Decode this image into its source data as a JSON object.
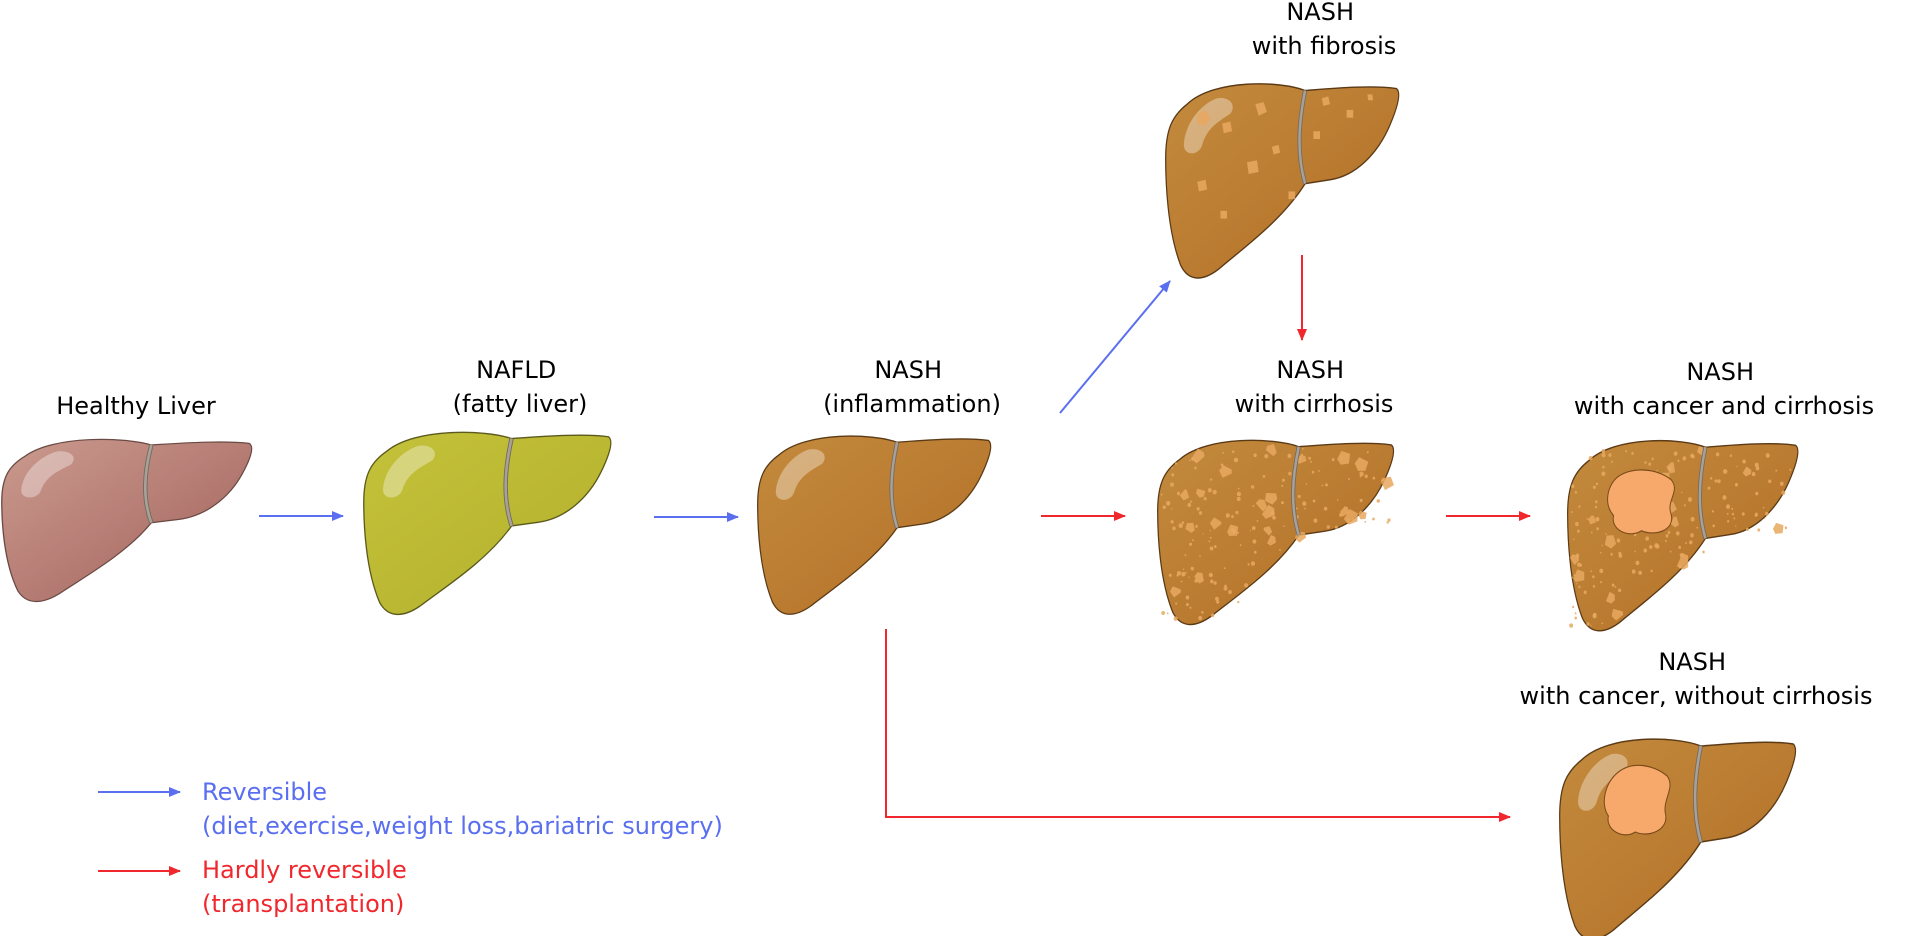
{
  "colors": {
    "reversible": "#5a6ff0",
    "irreversible": "#f0282d",
    "text": "#000000",
    "healthy_fill": "#b27870",
    "fatty_fill": "#b8b530",
    "nash_fill": "#b97a30",
    "fibrosis_spot": "#e8a860",
    "tumor": "#f6a96a",
    "band": "#9a8f7f"
  },
  "stages": {
    "healthy": {
      "label": [
        "Healthy Liver"
      ]
    },
    "nafld": {
      "label": [
        "NAFLD",
        "(fatty liver)"
      ]
    },
    "nash": {
      "label": [
        "NASH",
        "(inflammation)"
      ]
    },
    "fibrosis": {
      "label": [
        "NASH",
        "with fibrosis"
      ]
    },
    "cirrhosis": {
      "label": [
        "NASH",
        "with cirrhosis"
      ]
    },
    "cancer_cirrhosis": {
      "label": [
        "NASH",
        "with cancer and cirrhosis"
      ]
    },
    "cancer_no_cirrhosis": {
      "label": [
        "NASH",
        "with cancer, without cirrhosis"
      ]
    }
  },
  "legend": {
    "reversible": {
      "title": "Reversible",
      "detail": "(diet,exercise,weight loss,bariatric surgery)"
    },
    "irreversible": {
      "title": "Hardly reversible",
      "detail": "(transplantation)"
    }
  }
}
